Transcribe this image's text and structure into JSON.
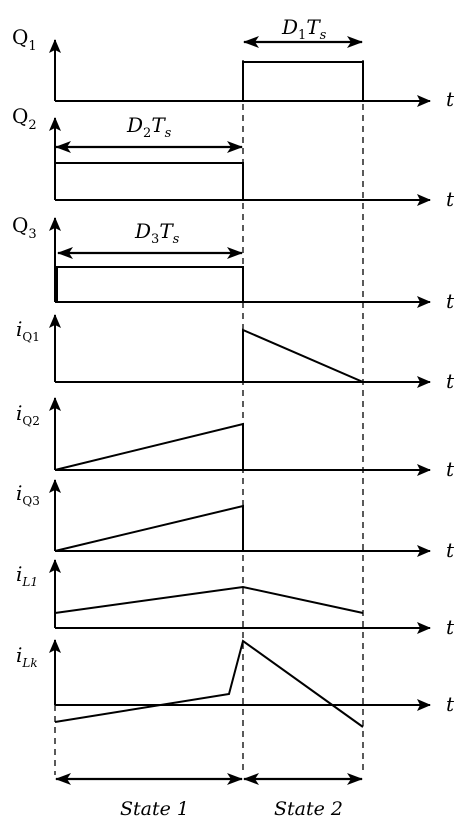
{
  "waveforms": [
    {
      "id": "Q1",
      "label_main": "Q",
      "label_sub": "1",
      "italic": false
    },
    {
      "id": "Q2",
      "label_main": "Q",
      "label_sub": "2",
      "italic": false
    },
    {
      "id": "Q3",
      "label_main": "Q",
      "label_sub": "3",
      "italic": false
    },
    {
      "id": "iQ1",
      "label_main": "i",
      "label_sub": "Q1",
      "italic": true
    },
    {
      "id": "iQ2",
      "label_main": "i",
      "label_sub": "Q2",
      "italic": true
    },
    {
      "id": "iQ3",
      "label_main": "i",
      "label_sub": "Q3",
      "italic": true
    },
    {
      "id": "iL1",
      "label_main": "i",
      "label_sub": "L1",
      "italic": true
    },
    {
      "id": "iLk",
      "label_main": "i",
      "label_sub": "Lk",
      "italic": true
    }
  ],
  "time_axis_label": "t",
  "durations": {
    "d1": {
      "main": "D",
      "sub": "1",
      "T": "T",
      "s": "s"
    },
    "d2": {
      "main": "D",
      "sub": "2",
      "T": "T",
      "s": "s"
    },
    "d3": {
      "main": "D",
      "sub": "3",
      "T": "T",
      "s": "s"
    }
  },
  "states": {
    "state1": "State 1",
    "state2": "State 2"
  }
}
